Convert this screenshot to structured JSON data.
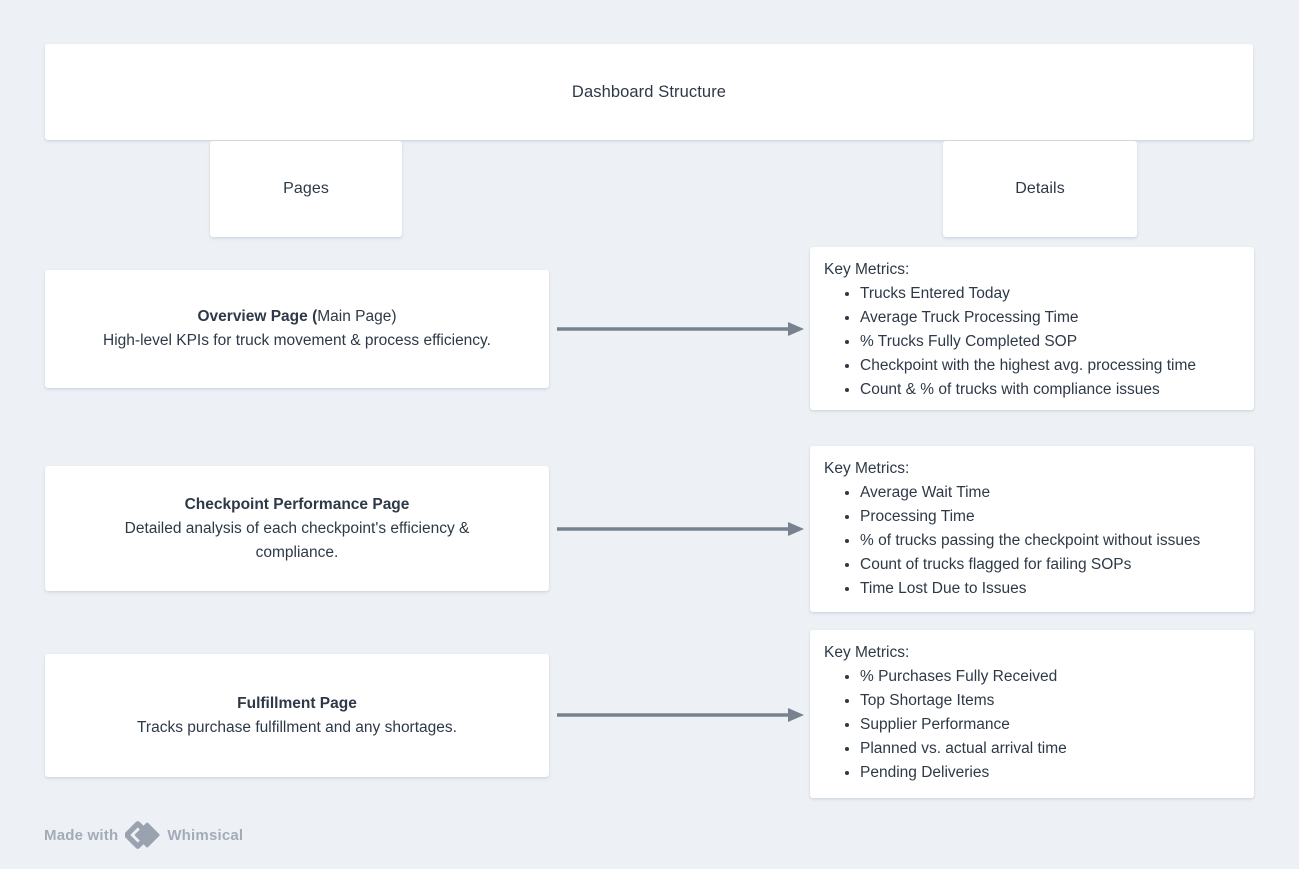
{
  "colors": {
    "background": "#edf1f5",
    "node_background": "#ffffff",
    "text": "#2e3947",
    "arrow": "#78828f",
    "watermark": "#a4abb8"
  },
  "title": "Dashboard Structure",
  "columns": {
    "pages_label": "Pages",
    "details_label": "Details"
  },
  "rows": [
    {
      "page": {
        "title": "Overview Page (",
        "title_suffix": "Main Page)",
        "description": "High-level KPIs for truck movement & process efficiency."
      },
      "details": {
        "heading": "Key Metrics:",
        "items": [
          "Trucks Entered Today",
          "Average Truck Processing Time",
          "% Trucks Fully Completed SOP",
          "Checkpoint with the highest avg. processing time",
          "Count & % of trucks with compliance issues"
        ]
      }
    },
    {
      "page": {
        "title": "Checkpoint Performance Page",
        "title_suffix": "",
        "description": "Detailed analysis of each checkpoint's efficiency & compliance."
      },
      "details": {
        "heading": "Key Metrics:",
        "items": [
          "Average Wait Time",
          "Processing Time",
          "% of trucks passing the checkpoint without issues",
          "Count of trucks flagged for failing SOPs",
          "Time Lost Due to Issues"
        ]
      }
    },
    {
      "page": {
        "title": "Fulfillment Page",
        "title_suffix": "",
        "description": "Tracks purchase fulfillment and any shortages."
      },
      "details": {
        "heading": "Key Metrics:",
        "items": [
          "% Purchases Fully Received",
          "Top Shortage Items",
          "Supplier Performance",
          "Planned vs. actual arrival time",
          "Pending Deliveries"
        ]
      }
    }
  ],
  "footer": {
    "made_with": "Made with",
    "brand": "Whimsical",
    "logo_icon": "whimsical-diamonds"
  }
}
